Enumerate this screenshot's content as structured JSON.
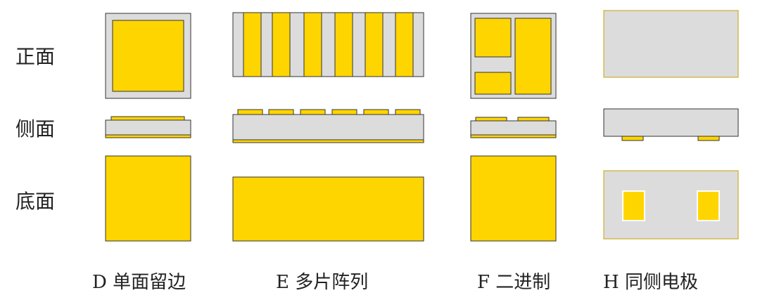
{
  "row_labels": {
    "front": "正面",
    "side": "侧面",
    "bottom": "底面"
  },
  "column_labels": {
    "d": "D 单面留边",
    "e": "E 多片阵列",
    "f": "F 二进制",
    "h": "H 同侧电极"
  },
  "colors": {
    "electrode": "#FFD500",
    "substrate": "#DCDCDC",
    "outline": "#333333"
  }
}
